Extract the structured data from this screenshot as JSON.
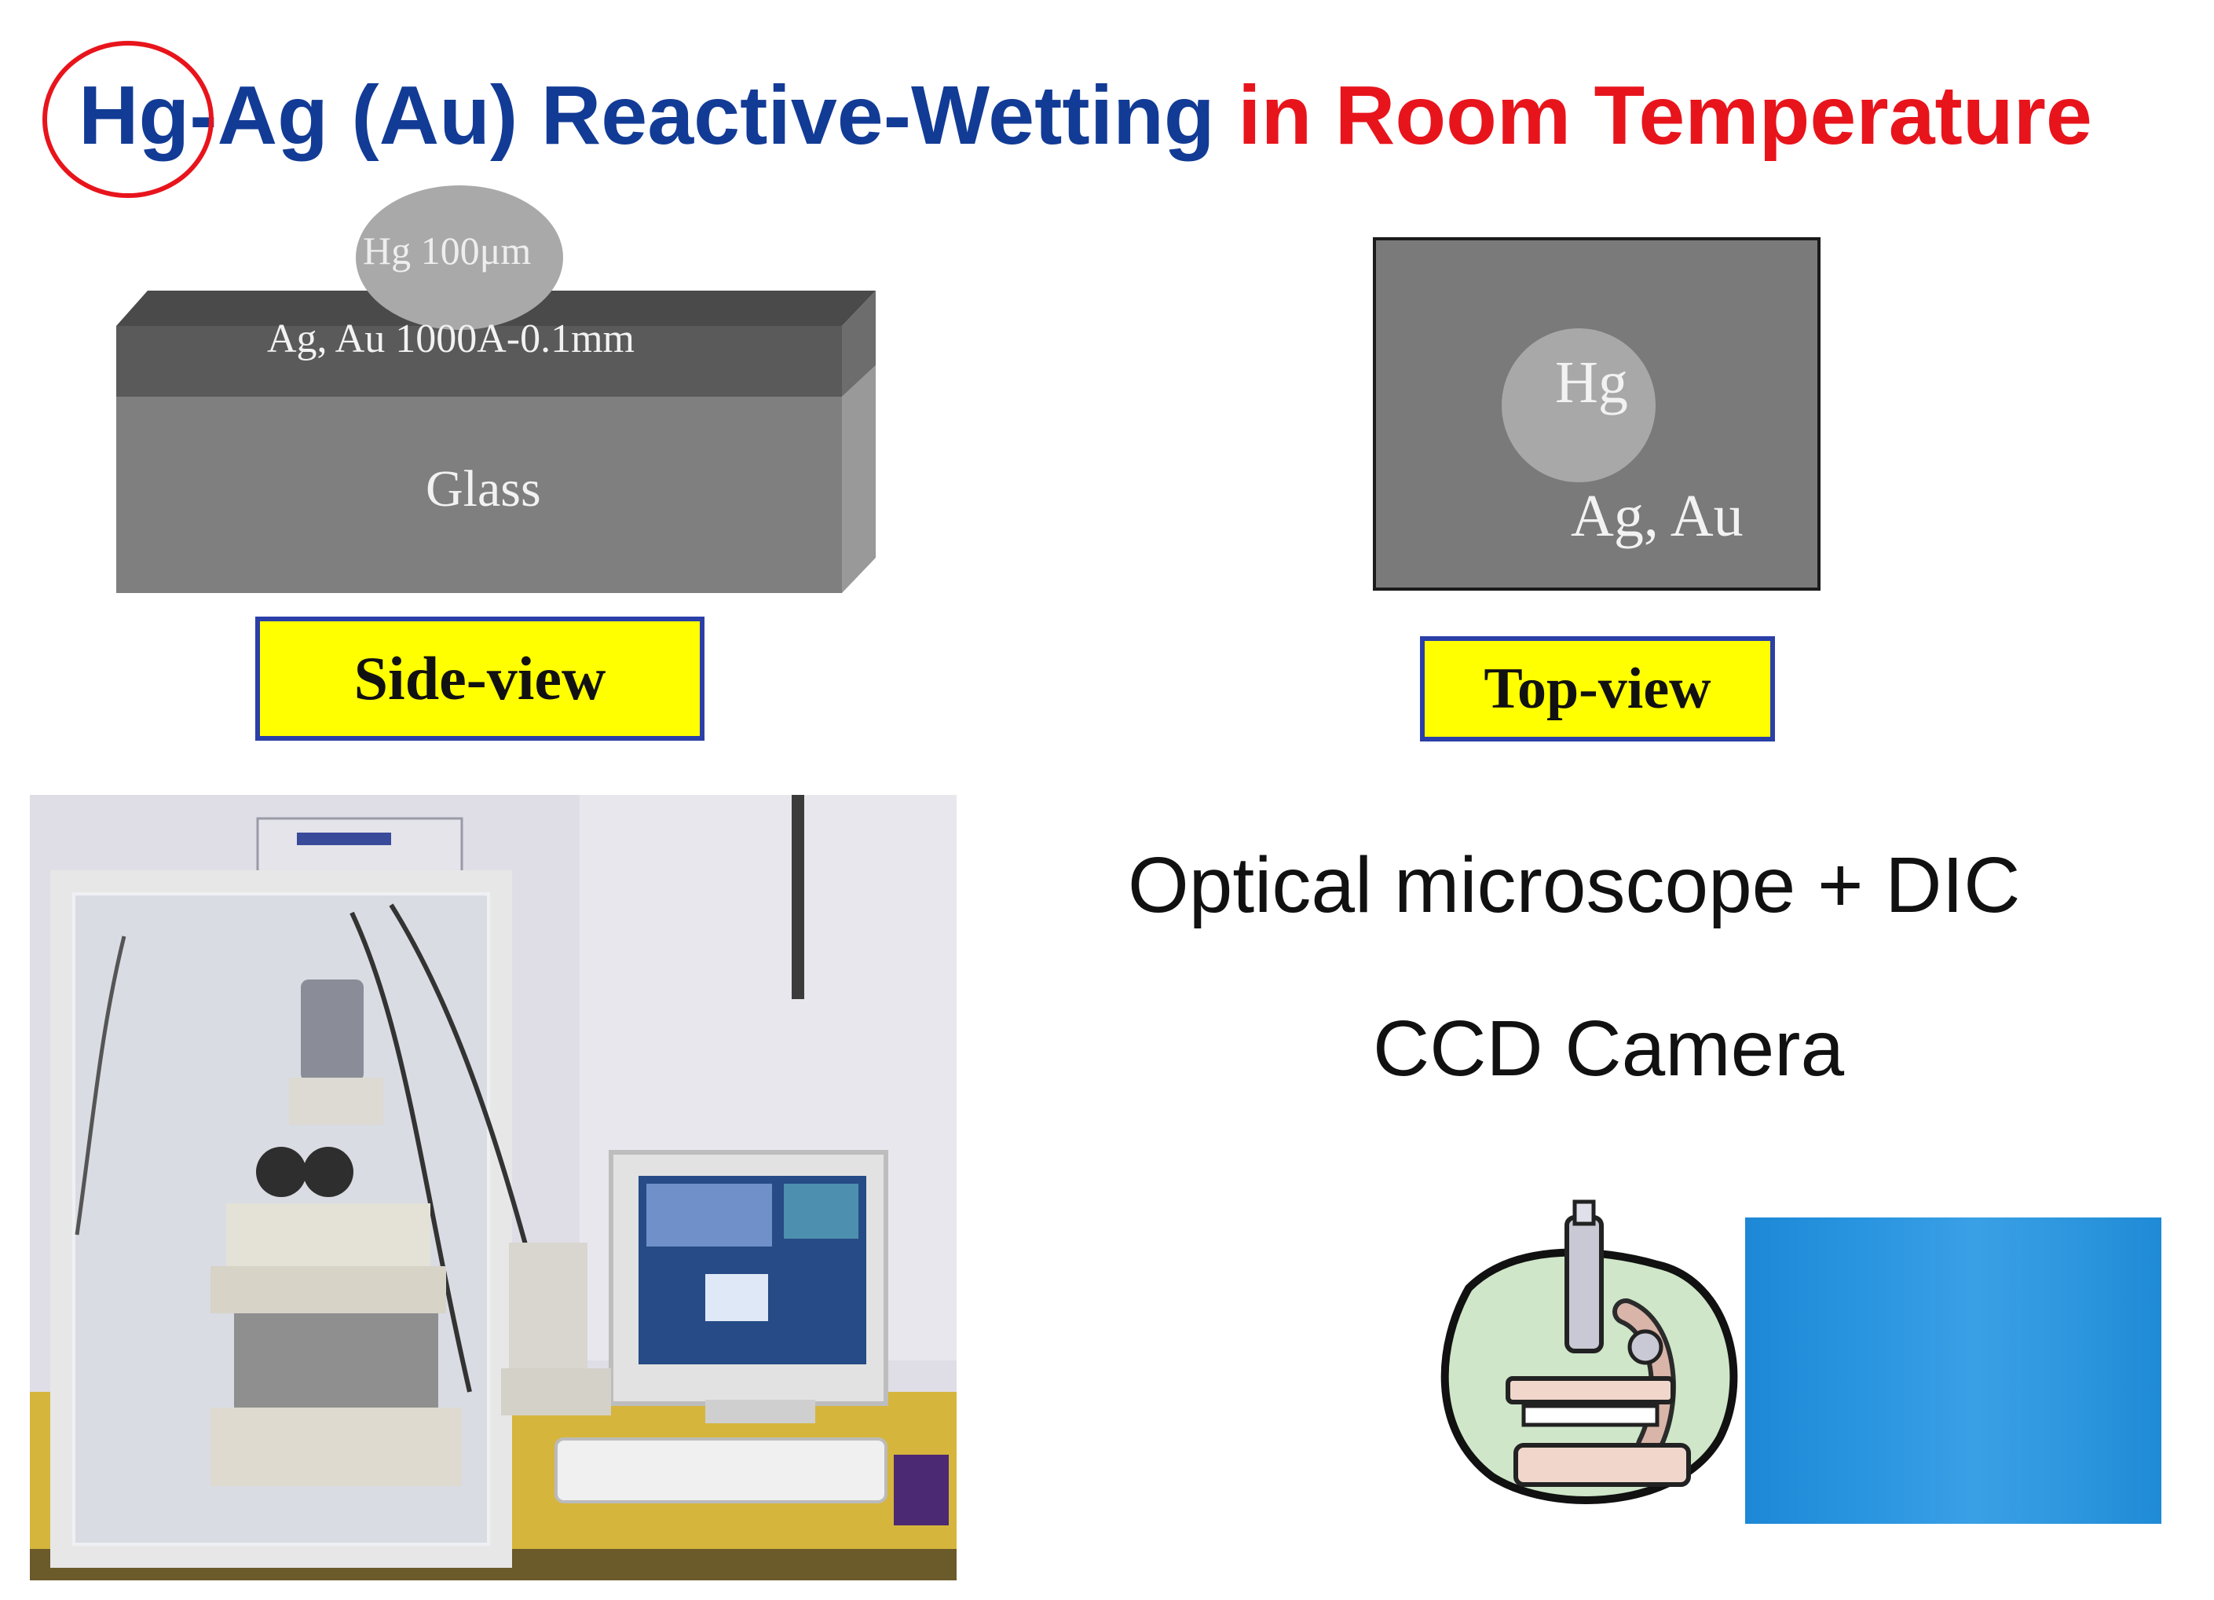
{
  "title": {
    "part_blue": "Hg-Ag (Au) Reactive-Wetting",
    "part_red": "in Room Temperature",
    "color_blue": "#123b96",
    "color_red": "#e8141c"
  },
  "side_view": {
    "hg_label": "Hg 100μm",
    "film_label": "Ag, Au  1000A-0.1mm",
    "substrate_label": "Glass",
    "caption": "Side-view"
  },
  "top_view": {
    "hg_label": "Hg",
    "film_label": "Ag, Au",
    "caption": "Top-view"
  },
  "equipment": {
    "line1": "Optical microscope + DIC",
    "line2": "CCD Camera"
  },
  "icons": {
    "microscope": "microscope-icon",
    "lab_photo": "lab-setup-photo",
    "ccd_image": "ccd-image"
  }
}
